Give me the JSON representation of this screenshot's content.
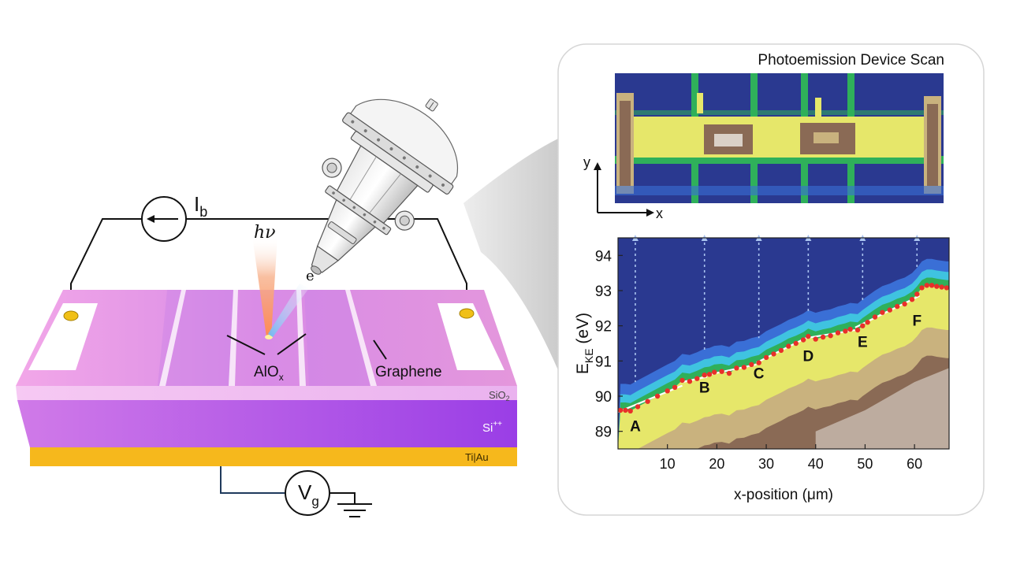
{
  "device": {
    "current_symbol": "I",
    "current_sub": "b",
    "photon_label": "hν",
    "electron_label": "e",
    "electron_sup": "−",
    "alox_label": "AlO",
    "alox_sub": "x",
    "graphene_label": "Graphene",
    "layers": {
      "sio2": "SiO",
      "sio2_sub": "2",
      "si": "Si",
      "si_sup": "++",
      "metal": "Ti|Au"
    },
    "gate_symbol": "V",
    "gate_sub": "g"
  },
  "scan": {
    "title": "Photoemission Device Scan",
    "axis_y": "y",
    "axis_x": "x"
  },
  "chart_data": {
    "type": "heatmap",
    "xlabel": "x-position (μm)",
    "ylabel": "E_KE (eV)",
    "ylabel_main": "E",
    "ylabel_sub": "KE",
    "ylabel_unit": " (eV)",
    "xlim": [
      0,
      67
    ],
    "ylim": [
      88.5,
      94.5
    ],
    "x_ticks": [
      10,
      20,
      30,
      40,
      50,
      60
    ],
    "y_ticks": [
      89,
      90,
      91,
      92,
      93,
      94
    ],
    "region_labels": [
      {
        "text": "A",
        "x": 3.5,
        "y": 89.0
      },
      {
        "text": "B",
        "x": 17.5,
        "y": 90.1
      },
      {
        "text": "C",
        "x": 28.5,
        "y": 90.5
      },
      {
        "text": "D",
        "x": 38.5,
        "y": 91.0
      },
      {
        "text": "E",
        "x": 49.5,
        "y": 91.4
      },
      {
        "text": "F",
        "x": 60.5,
        "y": 92.0
      }
    ],
    "series": [
      {
        "points": [
          {
            "x": 0.5,
            "y": 89.6
          },
          {
            "x": 1.5,
            "y": 89.6
          },
          {
            "x": 2.5,
            "y": 89.58
          },
          {
            "x": 4,
            "y": 89.7
          },
          {
            "x": 6,
            "y": 89.85
          },
          {
            "x": 8,
            "y": 90.0
          },
          {
            "x": 10,
            "y": 90.15
          },
          {
            "x": 11.5,
            "y": 90.25
          },
          {
            "x": 13,
            "y": 90.45
          },
          {
            "x": 14.5,
            "y": 90.42
          },
          {
            "x": 16,
            "y": 90.5
          },
          {
            "x": 17.5,
            "y": 90.6
          },
          {
            "x": 18.5,
            "y": 90.62
          },
          {
            "x": 19.5,
            "y": 90.68
          },
          {
            "x": 21,
            "y": 90.7
          },
          {
            "x": 22.5,
            "y": 90.65
          },
          {
            "x": 24,
            "y": 90.8
          },
          {
            "x": 25.5,
            "y": 90.82
          },
          {
            "x": 27,
            "y": 90.9
          },
          {
            "x": 28.5,
            "y": 90.95
          },
          {
            "x": 30,
            "y": 91.1
          },
          {
            "x": 31.5,
            "y": 91.2
          },
          {
            "x": 33,
            "y": 91.3
          },
          {
            "x": 34.5,
            "y": 91.42
          },
          {
            "x": 36,
            "y": 91.5
          },
          {
            "x": 37.5,
            "y": 91.6
          },
          {
            "x": 38.5,
            "y": 91.7
          },
          {
            "x": 40,
            "y": 91.62
          },
          {
            "x": 41.5,
            "y": 91.68
          },
          {
            "x": 43,
            "y": 91.72
          },
          {
            "x": 44.5,
            "y": 91.8
          },
          {
            "x": 46,
            "y": 91.85
          },
          {
            "x": 47,
            "y": 91.9
          },
          {
            "x": 48.5,
            "y": 91.88
          },
          {
            "x": 49.5,
            "y": 92.0
          },
          {
            "x": 50.5,
            "y": 92.1
          },
          {
            "x": 52,
            "y": 92.25
          },
          {
            "x": 53.5,
            "y": 92.38
          },
          {
            "x": 55,
            "y": 92.45
          },
          {
            "x": 56.5,
            "y": 92.55
          },
          {
            "x": 58,
            "y": 92.62
          },
          {
            "x": 59.5,
            "y": 92.75
          },
          {
            "x": 60.5,
            "y": 92.9
          },
          {
            "x": 61.5,
            "y": 93.08
          },
          {
            "x": 62.5,
            "y": 93.15
          },
          {
            "x": 63.5,
            "y": 93.15
          },
          {
            "x": 64.5,
            "y": 93.12
          },
          {
            "x": 65.5,
            "y": 93.1
          },
          {
            "x": 66.5,
            "y": 93.08
          }
        ]
      }
    ],
    "fit_segments": [
      [
        {
          "x": 0,
          "y": 89.55
        },
        {
          "x": 13,
          "y": 90.3
        }
      ],
      [
        {
          "x": 13,
          "y": 90.4
        },
        {
          "x": 18,
          "y": 90.55
        }
      ],
      [
        {
          "x": 18,
          "y": 90.6
        },
        {
          "x": 28,
          "y": 90.9
        }
      ],
      [
        {
          "x": 28,
          "y": 90.95
        },
        {
          "x": 38,
          "y": 91.65
        }
      ],
      [
        {
          "x": 38,
          "y": 91.65
        },
        {
          "x": 48,
          "y": 91.88
        }
      ],
      [
        {
          "x": 48,
          "y": 91.95
        },
        {
          "x": 61,
          "y": 92.85
        }
      ]
    ],
    "guide_lines_x": [
      3.5,
      17.5,
      28.5,
      38.5,
      49.5,
      60.5
    ],
    "colors": {
      "background": "#2a3990",
      "band_blue": "#3a6fd6",
      "band_cyan": "#3fc3e0",
      "band_green": "#2fb05a",
      "band_yellow": "#e6e76a",
      "band_tan": "#c9b27e",
      "band_brown": "#8a6a55",
      "band_white": "#e8e2dc",
      "points": "#e8302a",
      "fit": "#ffffff"
    }
  }
}
